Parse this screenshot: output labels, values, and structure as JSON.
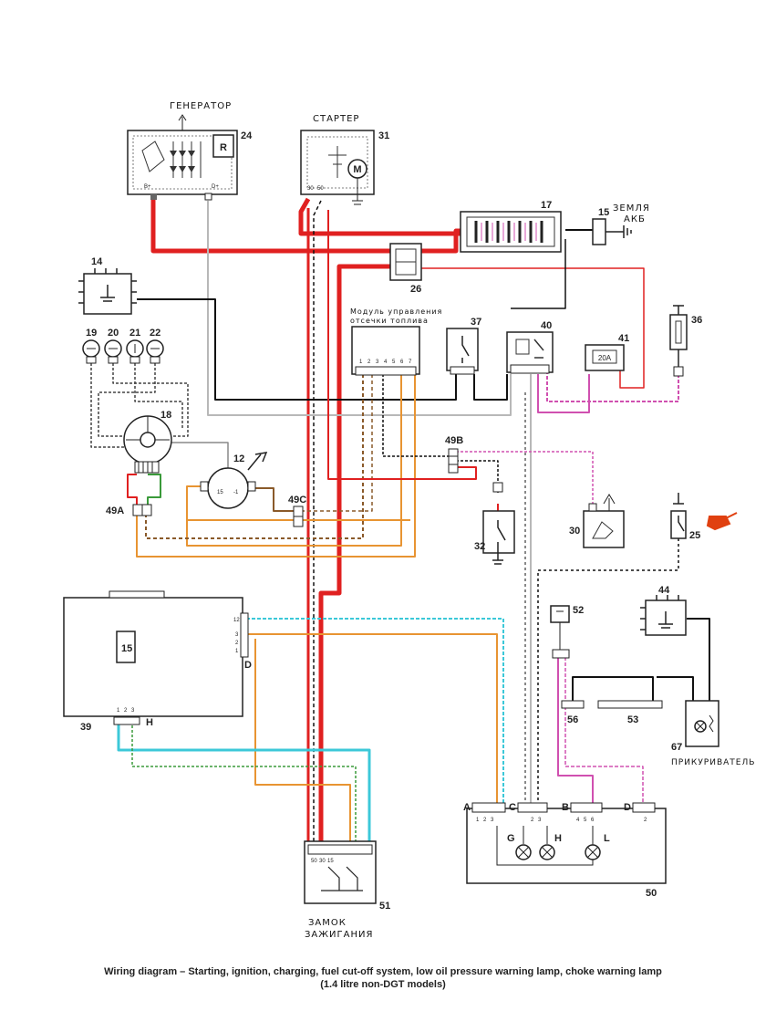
{
  "labels": {
    "generator": "ГЕНЕРАТОР",
    "starter": "СТАРТЕР",
    "ground_akb_1": "ЗЕМЛЯ",
    "ground_akb_2": "АКБ",
    "fuel_module_1": "Модуль управления",
    "fuel_module_2": "отсечки топлива",
    "ignition_lock_1": "ЗАМОК",
    "ignition_lock_2": "ЗАЖИГАНИЯ",
    "cigar_lighter": "ПРИКУРИВАТЕЛЬ"
  },
  "components": {
    "c24": "24",
    "c31": "31",
    "c17": "17",
    "c15": "15",
    "c14": "14",
    "c26": "26",
    "c19": "19",
    "c20": "20",
    "c21": "21",
    "c22": "22",
    "c18": "18",
    "c12": "12",
    "c49A": "49A",
    "c49C": "49C",
    "c49B": "49B",
    "c37": "37",
    "c40": "40",
    "c41": "41",
    "c36": "36",
    "c32": "32",
    "c30": "30",
    "c25": "25",
    "c44": "44",
    "c52": "52",
    "c56": "56",
    "c53": "53",
    "c67": "67",
    "c39": "39",
    "c51": "51",
    "c50": "50",
    "c15b": "15"
  },
  "pins": {
    "alt_bplus": "B+",
    "alt_dplus": "D+",
    "alt_r": "R",
    "starter_30": "30",
    "starter_50": "50",
    "module_pins": [
      "1",
      "2",
      "3",
      "4",
      "5",
      "6",
      "7"
    ],
    "fuse_20a": "20A",
    "ign_pins": [
      "50",
      "30",
      "15"
    ],
    "dist_pins": [
      "15",
      "-1"
    ],
    "panel_12": "12",
    "panel_pins_d": [
      "3",
      "2",
      "1"
    ],
    "panel_conn_d": "D",
    "panel_pins_h": [
      "1",
      "2",
      "3"
    ],
    "panel_conn_h": "H",
    "cluster_conns": [
      "A",
      "C",
      "B",
      "D"
    ],
    "cluster_pins_a": [
      "1",
      "2",
      "3"
    ],
    "cluster_pins_c": [
      "2",
      "3"
    ],
    "cluster_pins_b": [
      "4",
      "5",
      "6"
    ],
    "cluster_pins_d": [
      "2"
    ],
    "lamps": [
      "G",
      "H",
      "L"
    ]
  },
  "colors": {
    "red": "#e02020",
    "black": "#111111",
    "grey": "#b8b8b8",
    "orange": "#e89432",
    "brown": "#8a5a2a",
    "cyan": "#3cc8d8",
    "pink": "#d050b0",
    "green": "#3a9a3a",
    "oil_can": "#e04010"
  },
  "caption": {
    "line1": "Wiring diagram – Starting, ignition, charging, fuel cut-off system, low oil pressure warning lamp, choke warning lamp",
    "line2": "(1.4 litre non-DGT models)"
  }
}
